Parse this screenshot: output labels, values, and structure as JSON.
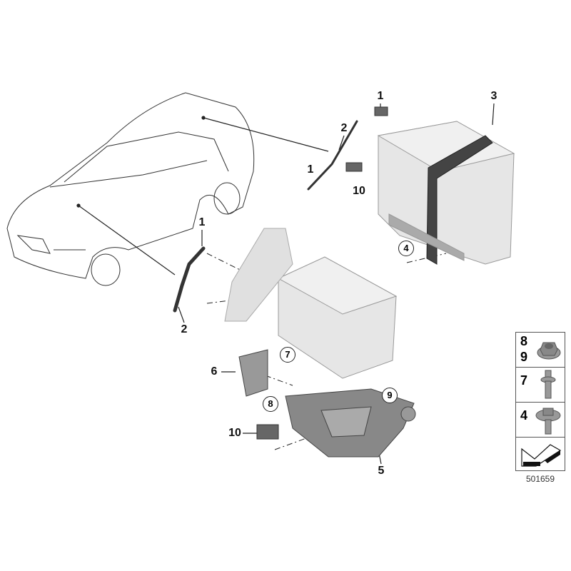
{
  "diagram_number": "501659",
  "callouts": [
    {
      "id": "c1a",
      "text": "1"
    },
    {
      "id": "c2a",
      "text": "2"
    },
    {
      "id": "c3",
      "text": "3"
    },
    {
      "id": "c1b",
      "text": "1"
    },
    {
      "id": "c10a",
      "text": "10"
    },
    {
      "id": "c4",
      "text": "4"
    },
    {
      "id": "c1c",
      "text": "1"
    },
    {
      "id": "c2b",
      "text": "2"
    },
    {
      "id": "c7",
      "text": "7"
    },
    {
      "id": "c6",
      "text": "6"
    },
    {
      "id": "c8",
      "text": "8"
    },
    {
      "id": "c9",
      "text": "9"
    },
    {
      "id": "c10b",
      "text": "10"
    },
    {
      "id": "c5",
      "text": "5"
    }
  ],
  "fastener_panel": [
    {
      "labels": [
        "8",
        "9"
      ],
      "part": "hex-flange-nut"
    },
    {
      "labels": [
        "7"
      ],
      "part": "bolt"
    },
    {
      "labels": [
        "4"
      ],
      "part": "flange-bolt"
    },
    {
      "labels": [],
      "part": "direction-arrow"
    }
  ]
}
